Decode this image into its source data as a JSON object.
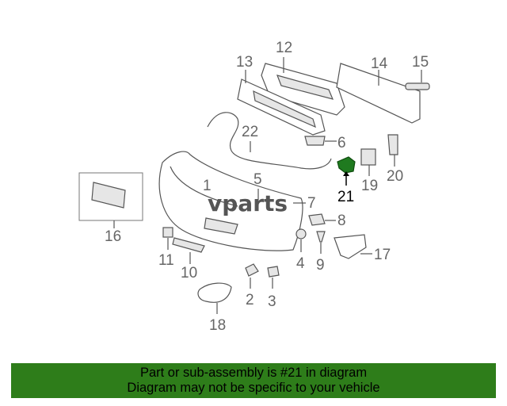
{
  "diagram": {
    "callouts": [
      "1",
      "2",
      "3",
      "4",
      "5",
      "6",
      "7",
      "8",
      "9",
      "10",
      "11",
      "12",
      "13",
      "14",
      "15",
      "16",
      "17",
      "18",
      "19",
      "20",
      "21",
      "22"
    ],
    "highlighted": "21",
    "watermark": "vparts",
    "highlight_color": "#1f7a1f"
  },
  "banner": {
    "line1": "Part or sub-assembly is #21 in diagram",
    "line2": "Diagram may not be specific to your vehicle",
    "background": "#2e7d1a"
  }
}
